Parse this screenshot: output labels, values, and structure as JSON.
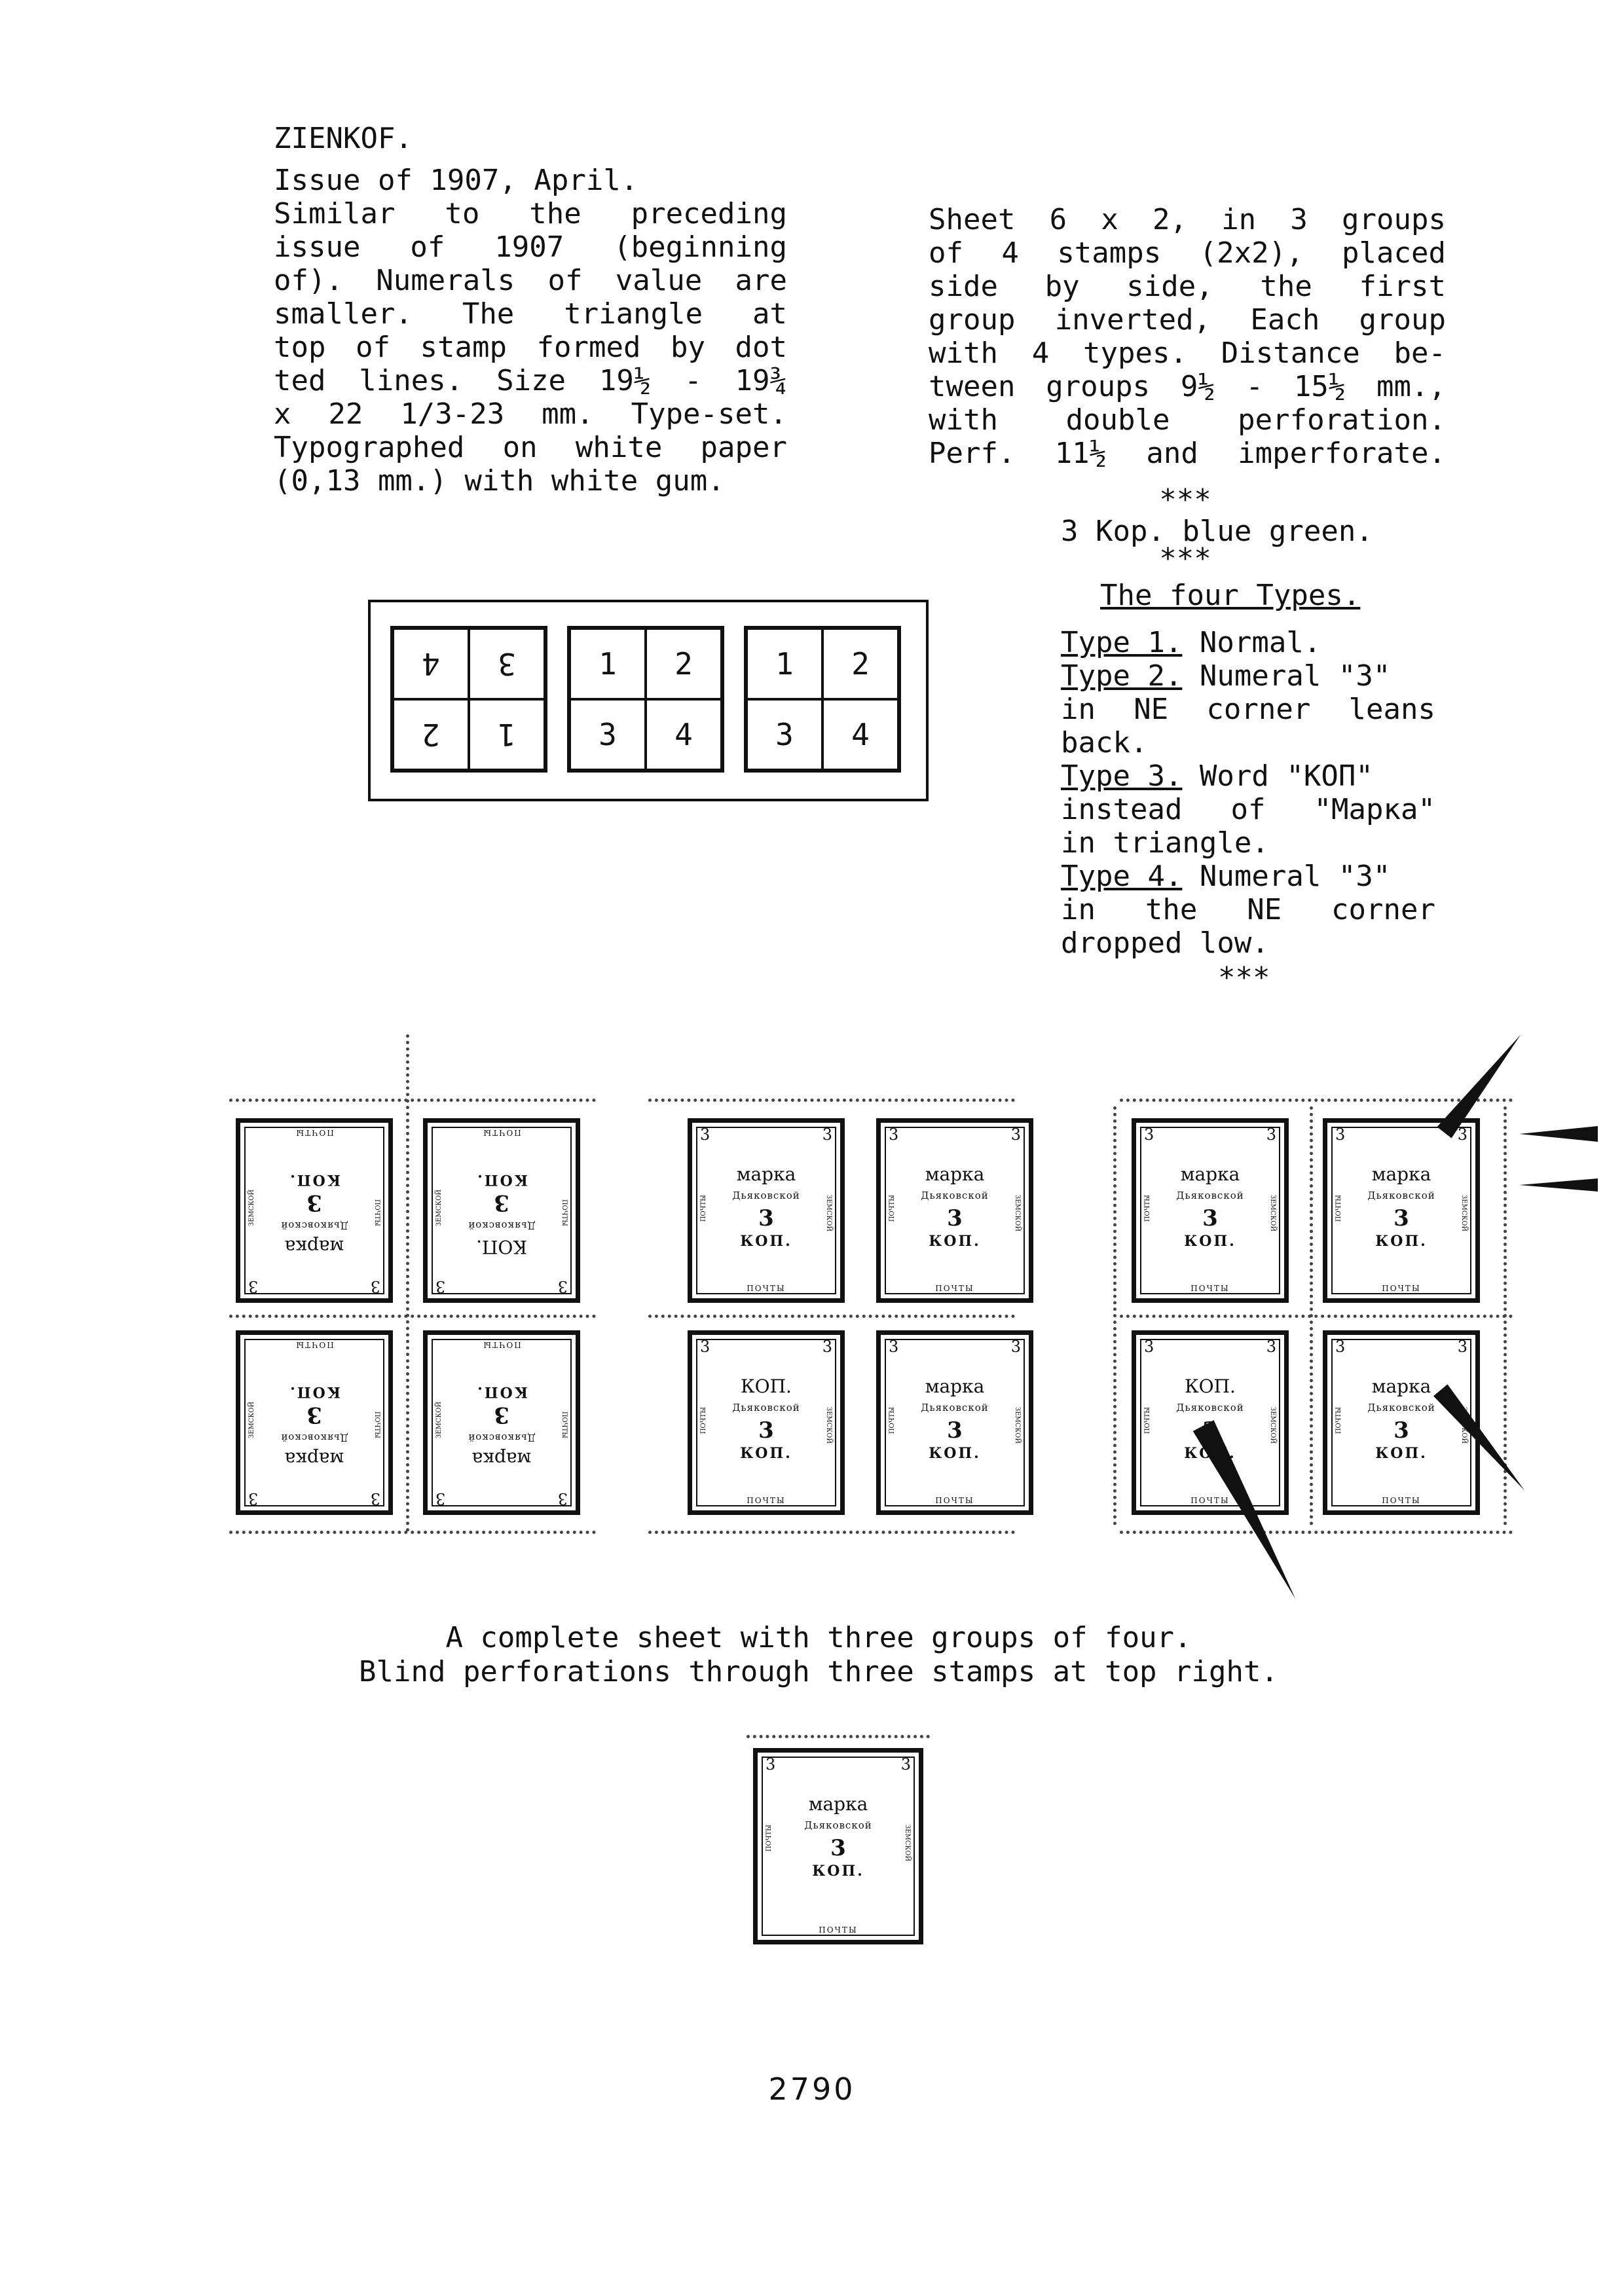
{
  "heading": "ZIENKOF.",
  "left_col": {
    "lines": [
      "Issue of 1907, April.",
      "Similar to the preceding",
      "issue of 1907 (beginning",
      "of). Numerals of value are",
      "smaller. The triangle at",
      "top of stamp formed by dot",
      "ted lines. Size 19½ - 19¾",
      "x 22 1/3-23 mm. Type-set.",
      "Typographed on white paper",
      "(0,13 mm.) with white gum."
    ]
  },
  "right_col": {
    "lines": [
      "Sheet 6 x 2, in 3 groups",
      "of 4 stamps (2x2), placed",
      "side by side, the first",
      "group inverted, Each group",
      "with 4 types. Distance be-",
      "tween groups 9½ - 15½ mm.,",
      "with double perforation.",
      "Perf. 11½ and imperforate."
    ],
    "sep1": "***",
    "color_line": "3 Kop. blue green.",
    "sep2": "***",
    "types_heading": "The four Types.",
    "types": [
      {
        "label": "Type 1.",
        "lines": [
          "Normal."
        ]
      },
      {
        "label": "Type 2.",
        "lines": [
          "Numeral \"3\"",
          "in NE corner leans",
          "back."
        ]
      },
      {
        "label": "Type 3.",
        "lines": [
          "Word \"КОП\"",
          "instead of \"Марка\"",
          "in triangle."
        ]
      },
      {
        "label": "Type 4.",
        "lines": [
          "Numeral \"3\"",
          "in the NE corner",
          "dropped low."
        ]
      }
    ],
    "sep3": "***"
  },
  "layout_groups": [
    {
      "top": [
        "4",
        "3"
      ],
      "bottom": [
        "2",
        "1"
      ],
      "inverted": true
    },
    {
      "top": [
        "1",
        "2"
      ],
      "bottom": [
        "3",
        "4"
      ],
      "inverted": false
    },
    {
      "top": [
        "1",
        "2"
      ],
      "bottom": [
        "3",
        "4"
      ],
      "inverted": false
    }
  ],
  "stamp_text": {
    "numeral": "3",
    "word_marka": "марка",
    "word_kop_top": "КОП.",
    "arc": "Дьяковской",
    "value": "3",
    "kop": "КОП.",
    "bottom": "ПОЧТЫ",
    "side_l": "ПОЧТЫ",
    "side_r": "ЗЕМСКОЙ"
  },
  "sheet_stamps": [
    {
      "word": "word_marka",
      "inv": true
    },
    {
      "word": "word_kop_top",
      "inv": true
    },
    {
      "word": "word_marka",
      "inv": false
    },
    {
      "word": "word_marka",
      "inv": false
    },
    {
      "word": "word_marka",
      "inv": false
    },
    {
      "word": "word_marka",
      "inv": false
    },
    {
      "word": "word_marka",
      "inv": true
    },
    {
      "word": "word_marka",
      "inv": true
    },
    {
      "word": "word_kop_top",
      "inv": false
    },
    {
      "word": "word_marka",
      "inv": false
    },
    {
      "word": "word_kop_top",
      "inv": false
    },
    {
      "word": "word_marka",
      "inv": false
    }
  ],
  "caption": [
    "A complete sheet with three groups of four.",
    "Blind perforations through three stamps at top right."
  ],
  "page_number": "2790"
}
